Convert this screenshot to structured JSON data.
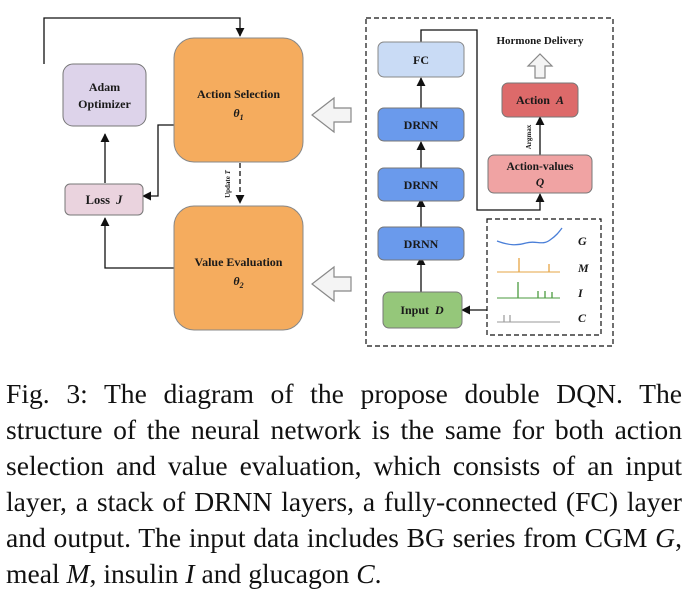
{
  "blocks": {
    "adam": [
      "Adam",
      "Optimizer"
    ],
    "loss": "Loss",
    "loss_var": "J",
    "action_selection": "Action Selection",
    "theta1": "θ",
    "theta1_sub": "1",
    "value_evaluation": "Value Evaluation",
    "theta2": "θ",
    "theta2_sub": "2",
    "update_label": "Update",
    "update_var": "T",
    "fc": "FC",
    "drnn": "DRNN",
    "input": "Input",
    "input_var": "D",
    "hormone_delivery": "Hormone Delivery",
    "action": "Action",
    "action_var": "A",
    "argmax": "Argmax",
    "action_values": "Action-values",
    "action_values_var": "Q"
  },
  "signals": [
    "G",
    "M",
    "I",
    "C"
  ],
  "colors": {
    "orange": "#f5ac5e",
    "lavender": "#ddd3ea",
    "pink": "#ead3de",
    "blue": "#6a9aec",
    "fc_blue": "#c9dbf5",
    "green": "#95c77a",
    "red": "#dd6a6a",
    "salmon": "#f0a3a3",
    "series_g": "#4a7fd8",
    "series_m": "#e6a545",
    "series_i": "#4a9a3e",
    "series_c": "#999999"
  },
  "caption": {
    "prefix": "Fig. 3: The diagram of the propose double DQN. The structure of the neural network is the same for both action selection and value evaluation, which consists of an input layer, a stack of DRNN layers, a fully-connected (FC) layer and output. The input data includes BG series from CGM ",
    "g": "G",
    "meal": ", meal ",
    "m": "M",
    "insulin": ", insulin ",
    "i": "I",
    "glucagon": " and glucagon ",
    "c": "C",
    "end": "."
  }
}
